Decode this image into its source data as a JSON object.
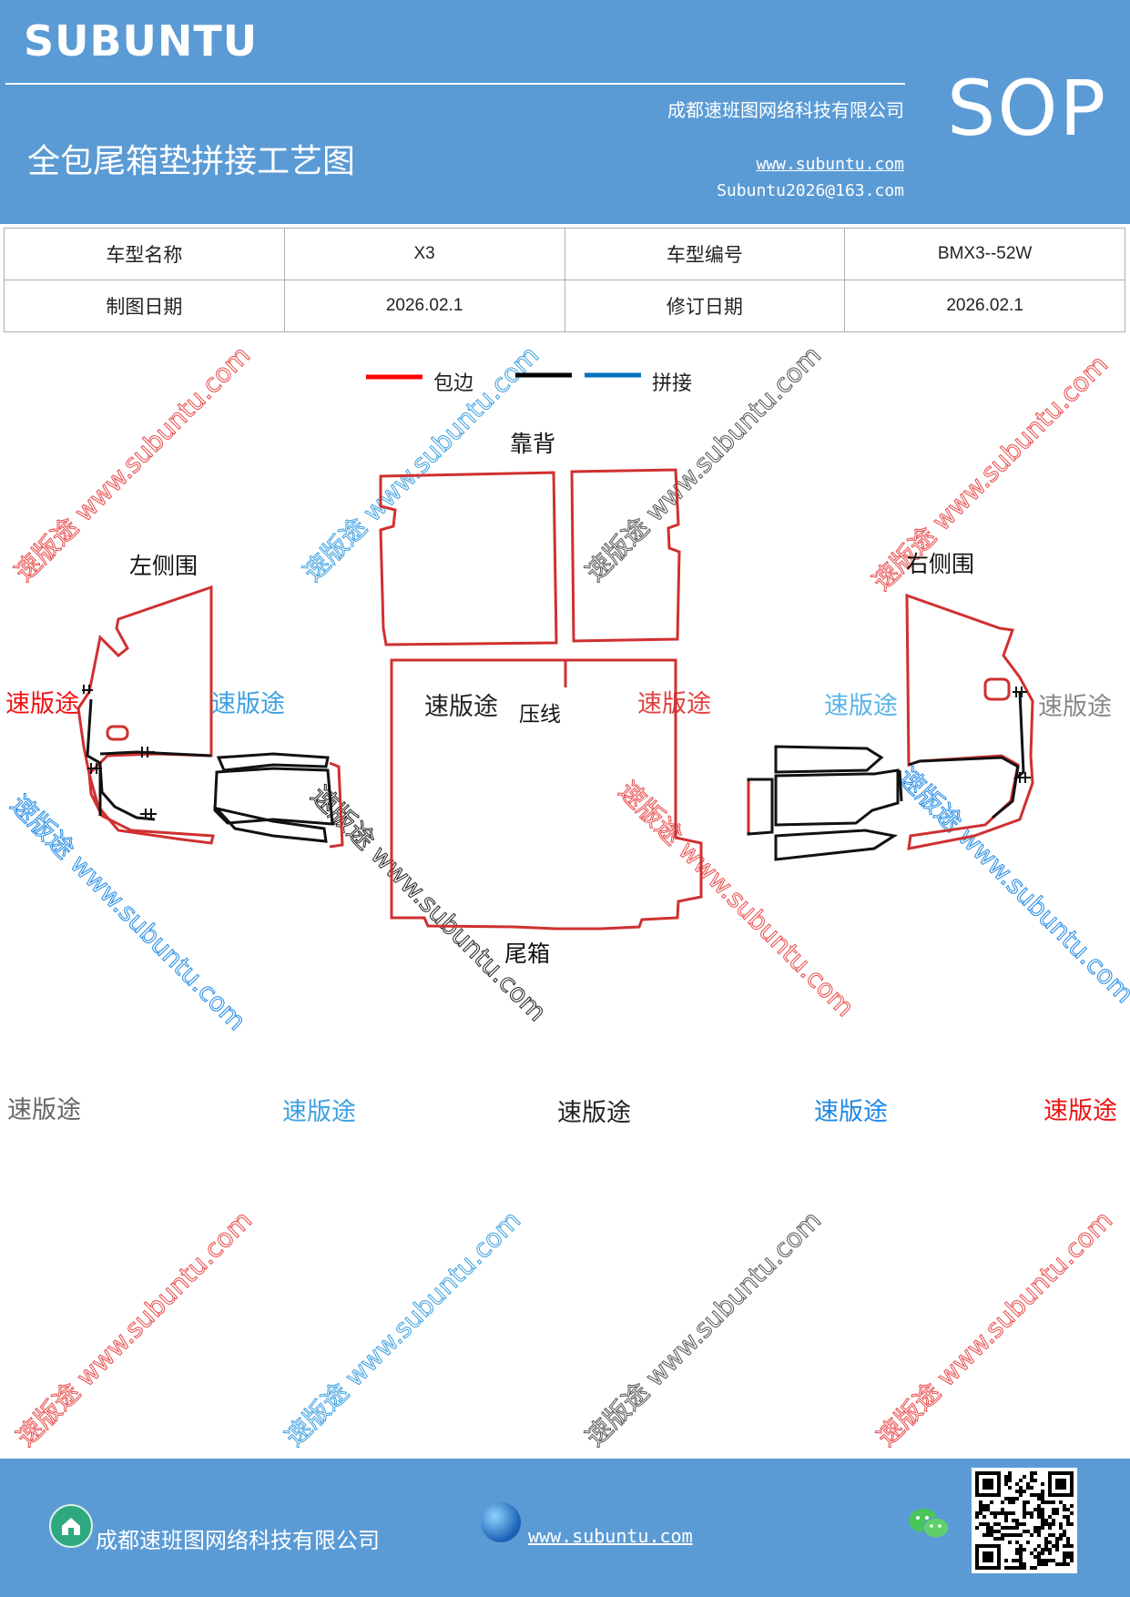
{
  "header": {
    "brand": "SUBUNTU",
    "company": "成都速班图网络科技有限公司",
    "title": "全包尾箱垫拼接工艺图",
    "website": "www.subuntu.com",
    "email": "Subuntu2026@163.com",
    "sop": "SOP"
  },
  "info": {
    "row1": {
      "label1": "车型名称",
      "value1": "X3",
      "label2": "车型编号",
      "value2": "BMX3--52W"
    },
    "row2": {
      "label1": "制图日期",
      "value1": "2026.02.1",
      "label2": "修订日期",
      "value2": "2026.02.1"
    }
  },
  "legend": {
    "red_label": "包边",
    "blue_label": "拼接",
    "colors": {
      "red": "#ff0000",
      "black": "#000000",
      "blue": "#0070c0"
    }
  },
  "diagram_labels": {
    "backrest": "靠背",
    "left_side": "左侧围",
    "right_side": "右侧围",
    "press_line": "压线",
    "trunk": "尾箱"
  },
  "watermarks": {
    "brand_cn": "速版途",
    "brand_url": "www.subuntu.com",
    "diag_text": "速版途 www.subuntu.com"
  },
  "footer": {
    "company": "成都速班图网络科技有限公司",
    "website": "www.subuntu.com"
  },
  "colors": {
    "header_bg": "#5b9bd5",
    "edge_red": "#d03030",
    "splice_black": "#111111"
  }
}
